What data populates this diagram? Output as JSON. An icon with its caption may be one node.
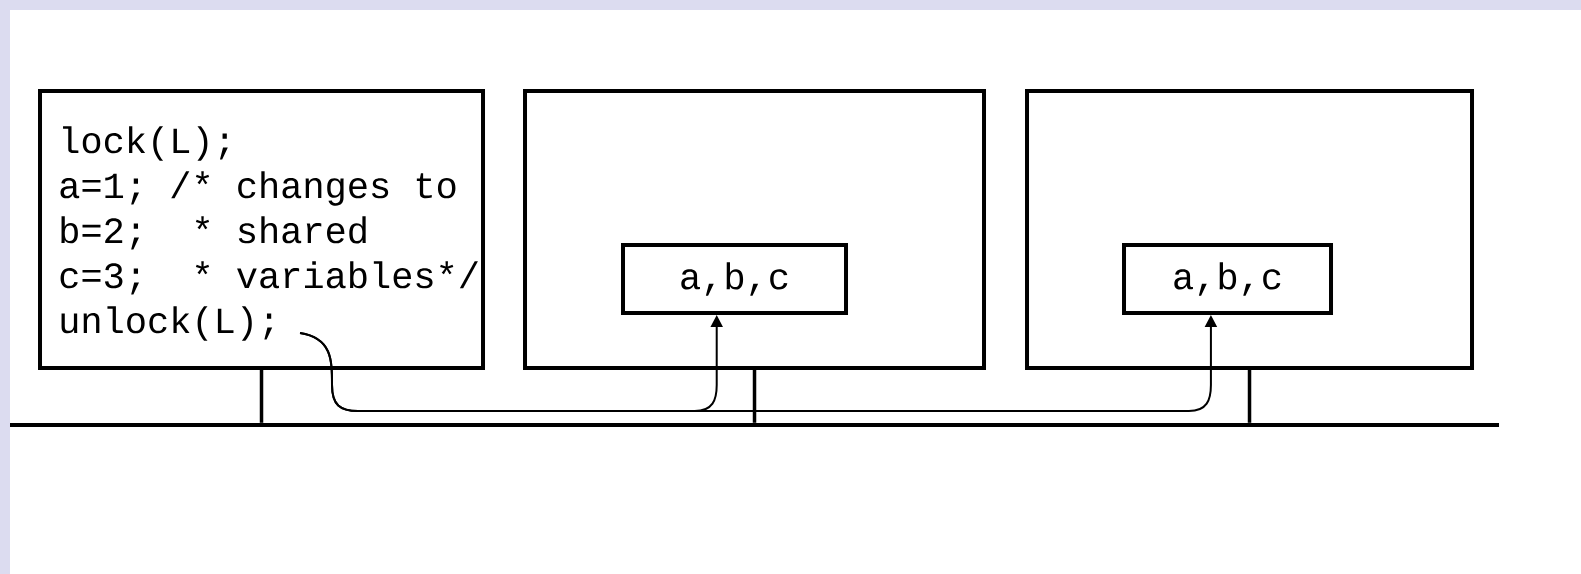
{
  "diagram": {
    "nodes": [
      {
        "text": [
          "lock(L);",
          "a=1; /* changes to",
          "b=2;  * shared",
          "c=3;  * variables*/",
          "unlock(L);"
        ]
      },
      {
        "text": [],
        "shape": "box"
      },
      {
        "text": [
          "a,b,c"
        ],
        "in": 1
      },
      {
        "text": [],
        "shape": "box"
      },
      {
        "text": [
          "a,b,c"
        ],
        "in": 3
      },
      {
        "text": [],
        "shape": "bar"
      }
    ],
    "edges": [
      {
        "from": 0,
        "to": 2,
        "arrow": "to"
      },
      {
        "from": 0,
        "to": 4,
        "arrow": "to"
      },
      {
        "from": 0,
        "to": 5,
        "arrow": "none"
      },
      {
        "from": 1,
        "to": 5,
        "arrow": "none"
      },
      {
        "from": 3,
        "to": 5,
        "arrow": "none"
      }
    ]
  }
}
